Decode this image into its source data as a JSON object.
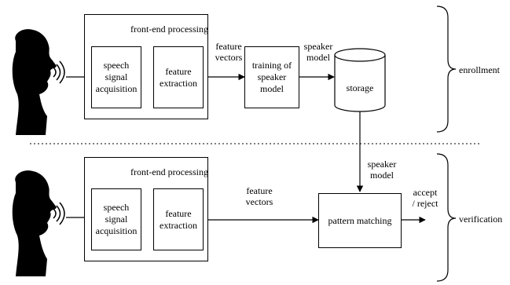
{
  "enrollment": {
    "front_end_title": "front-end processing",
    "speech_box": [
      "speech",
      "signal",
      "acquisition"
    ],
    "feature_box": [
      "feature",
      "extraction"
    ],
    "feature_vectors": [
      "feature",
      "vectors"
    ],
    "training_box": [
      "training of",
      "speaker",
      "model"
    ],
    "speaker_model": [
      "speaker",
      "model"
    ],
    "storage": "storage",
    "phase_label": "enrollment"
  },
  "verification": {
    "front_end_title": "front-end processing",
    "speech_box": [
      "speech",
      "signal",
      "acquisition"
    ],
    "feature_box": [
      "feature",
      "extraction"
    ],
    "feature_vectors": [
      "feature",
      "vectors"
    ],
    "speaker_model": [
      "speaker",
      "model"
    ],
    "matching_box": "pattern matching",
    "decision": [
      "accept",
      "/ reject"
    ],
    "phase_label": "verification"
  },
  "icons": {
    "speaker_top": "speaking-head-silhouette-icon",
    "speaker_bottom": "speaking-head-silhouette-icon"
  }
}
